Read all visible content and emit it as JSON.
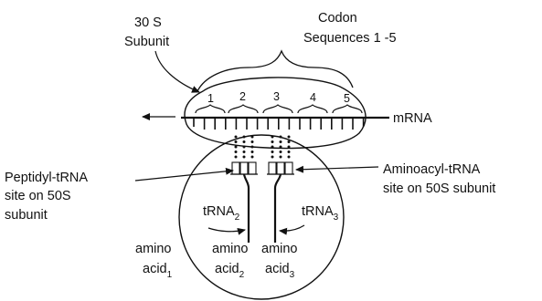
{
  "labels": {
    "subunit_30s": [
      "30 S",
      "Subunit"
    ],
    "codon": [
      "Codon",
      "Sequences 1 -5"
    ],
    "mrna": "mRNA",
    "peptidyl": [
      "Peptidyl-tRNA",
      "site on 50S",
      "subunit"
    ],
    "aminoacyl": [
      "Aminoacyl-tRNA",
      "site on 50S subunit"
    ],
    "trna_prefix": "tRNA",
    "trna2_sub": "2",
    "trna3_sub": "3",
    "amino_word": "amino",
    "acid_word": "acid",
    "acid1_sub": "1",
    "acid2_sub": "2",
    "acid3_sub": "3"
  },
  "codon_numbers": [
    "1",
    "2",
    "3",
    "4",
    "5"
  ]
}
